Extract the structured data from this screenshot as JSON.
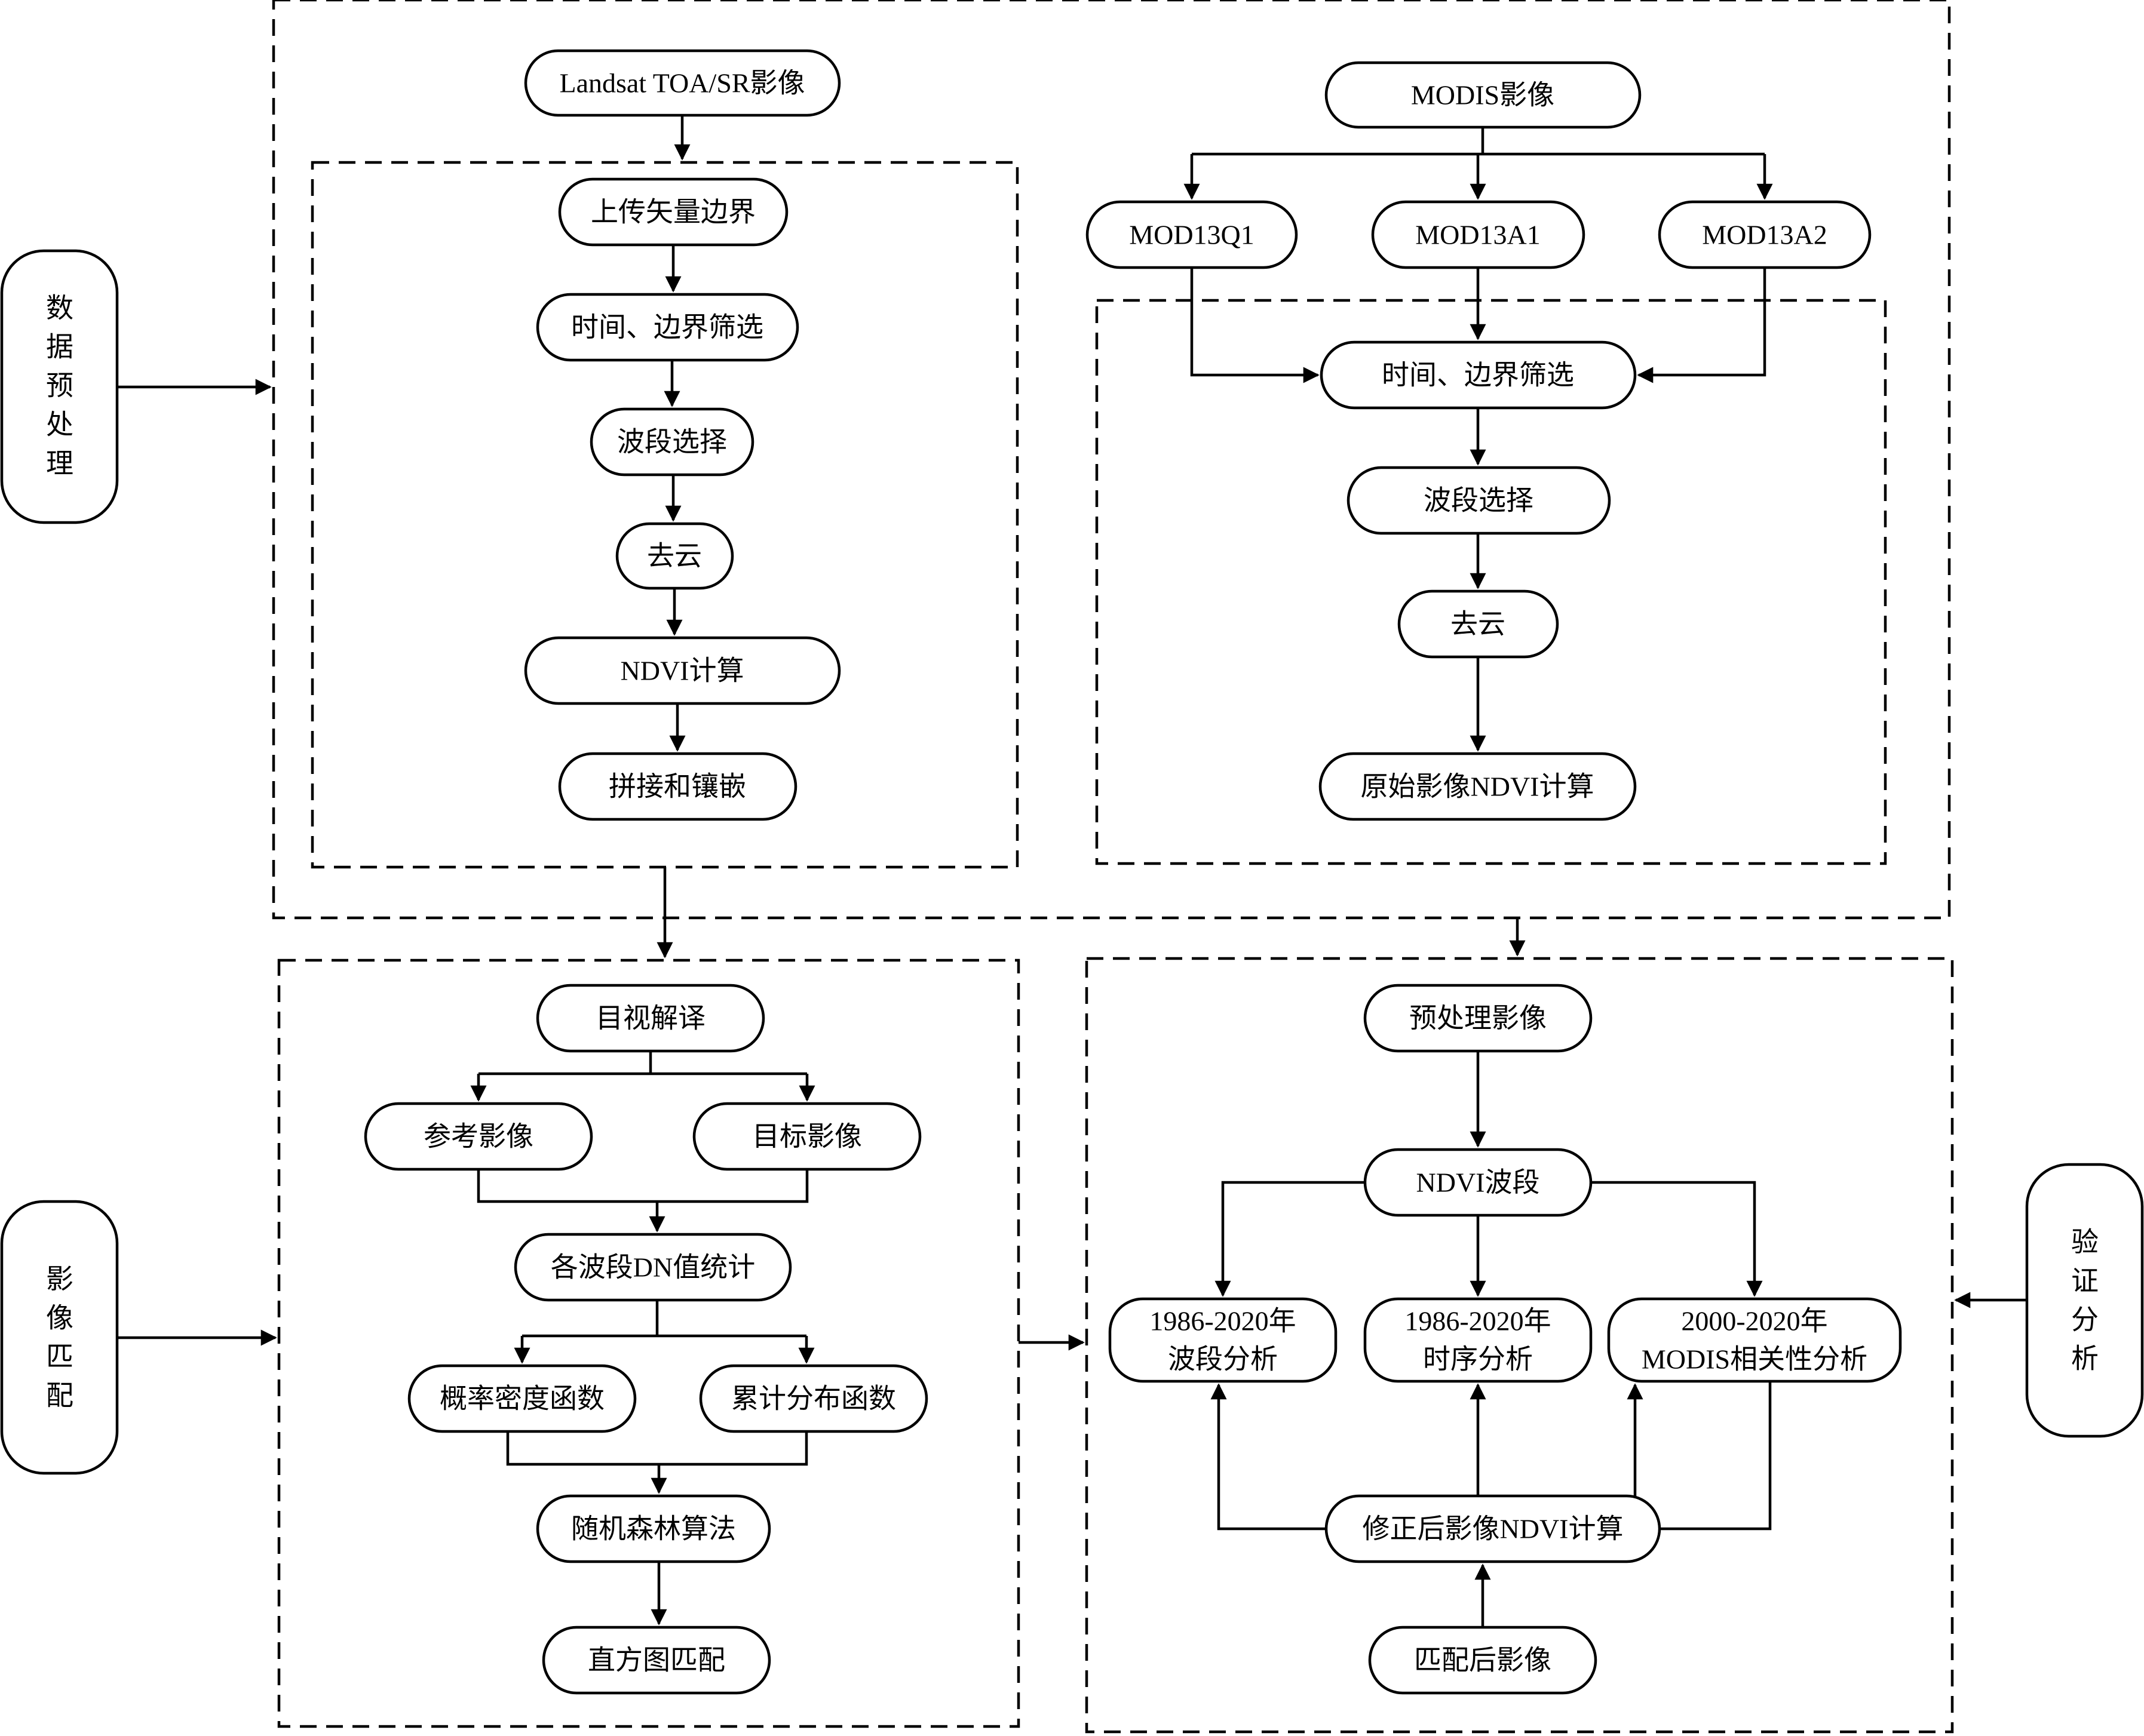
{
  "colors": {
    "stroke": "#000000",
    "background": "#ffffff"
  },
  "side_labels": {
    "preprocess": [
      "数",
      "据",
      "预",
      "处",
      "理"
    ],
    "matching": [
      "影",
      "像",
      "匹",
      "配"
    ],
    "validation": [
      "验",
      "证",
      "分",
      "析"
    ]
  },
  "landsat": {
    "source": "Landsat TOA/SR影像",
    "upload": "上传矢量边界",
    "filter": "时间、边界筛选",
    "band": "波段选择",
    "cloud": "去云",
    "ndvi": "NDVI计算",
    "mosaic": "拼接和镶嵌"
  },
  "modis": {
    "source": "MODIS影像",
    "q1": "MOD13Q1",
    "a1": "MOD13A1",
    "a2": "MOD13A2",
    "filter": "时间、边界筛选",
    "band": "波段选择",
    "cloud": "去云",
    "ndvi": "原始影像NDVI计算"
  },
  "matching": {
    "visual": "目视解译",
    "reference": "参考影像",
    "target": "目标影像",
    "stats": "各波段DN值统计",
    "pdf": "概率密度函数",
    "cdf": "累计分布函数",
    "rf": "随机森林算法",
    "hist": "直方图匹配"
  },
  "analysis": {
    "preprocessed": "预处理影像",
    "ndvi_band": "NDVI波段",
    "band_analysis": [
      "1986-2020年",
      "波段分析"
    ],
    "time_analysis": [
      "1986-2020年",
      "时序分析"
    ],
    "modis_corr": [
      "2000-2020年",
      "MODIS相关性分析"
    ],
    "corrected_ndvi": "修正后影像NDVI计算",
    "matched": "匹配后影像"
  }
}
